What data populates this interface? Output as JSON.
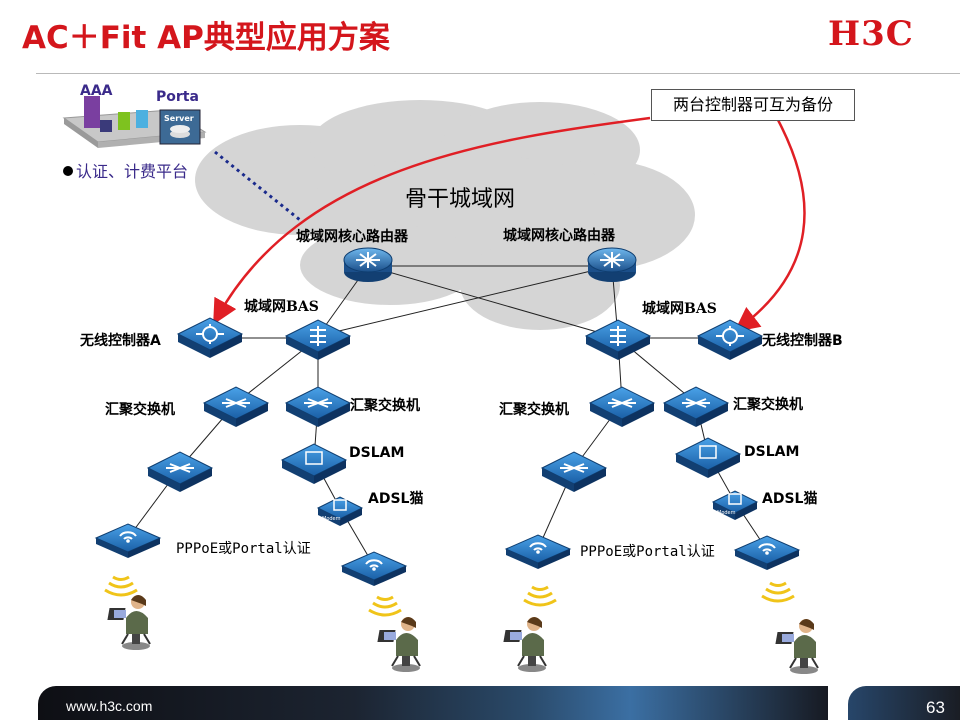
{
  "title": "AC＋Fit AP典型应用方案",
  "logo": "H3C",
  "callout": "两台控制器可互为备份",
  "server_panel": {
    "aaa": "AAA",
    "portal": "Porta",
    "server": "Server",
    "bullet": "认证、计费平台"
  },
  "labels": {
    "cloud": "骨干城域网",
    "core_router_left": "城域网核心路由器",
    "core_router_right": "城域网核心路由器",
    "bas_left": "城域网BAS",
    "bas_right": "城域网BAS",
    "controller_a": "无线控制器A",
    "controller_b": "无线控制器B",
    "agg_l1": "汇聚交换机",
    "agg_l2": "汇聚交换机",
    "agg_r1": "汇聚交换机",
    "agg_r2": "汇聚交换机",
    "dslam_left": "DSLAM",
    "dslam_right": "DSLAM",
    "adsl_left": "ADSL猫",
    "adsl_right": "ADSL猫",
    "modem_left": "Modem",
    "modem_right": "Modem",
    "auth_left": "PPPoE或Portal认证",
    "auth_right": "PPPoE或Portal认证"
  },
  "colors": {
    "brand_red": "#d4161c",
    "device_blue": "#1d6fb8",
    "cloud_gray": "#d4d4d4",
    "arrow_red": "#e01f25",
    "dotted_link": "#1a2a8c"
  },
  "footer": {
    "url": "www.h3c.com",
    "page": "63"
  }
}
